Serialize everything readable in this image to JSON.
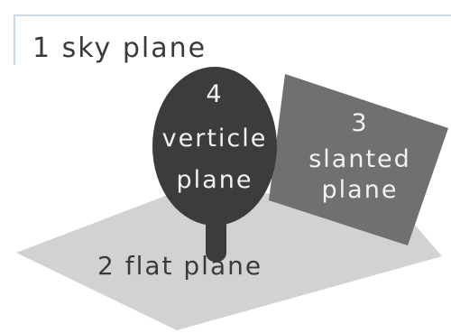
{
  "labels": {
    "sky": "1 sky plane",
    "flat": "2 flat plane",
    "slanted": {
      "number": "3",
      "line1": "slanted",
      "line2": "plane"
    },
    "vertical": {
      "number": "4",
      "line1": "verticle",
      "line2": "plane"
    }
  },
  "colors": {
    "background": "#ffffff",
    "sky_border": "#c9dbe8",
    "flat_plane": "#d2d2d2",
    "slanted_plane": "#707070",
    "vertical_plane": "#3c3c3c",
    "light_text": "#f2f2f2",
    "dark_text": "#3a3a3a"
  }
}
